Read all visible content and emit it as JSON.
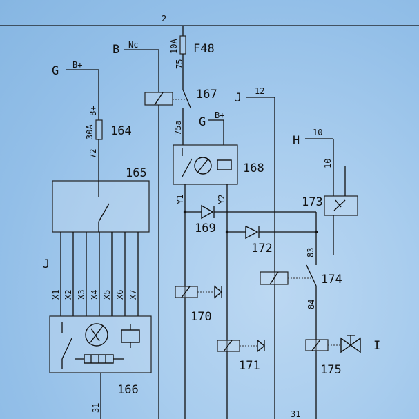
{
  "bus": {
    "top_label": "2",
    "bottom_label": "31"
  },
  "supply_labels": {
    "g_left": "G",
    "bplus_left": "B+",
    "b": "B",
    "nc": "Nc",
    "j_top": "J",
    "j_top_wire": "12",
    "g_mid": "G",
    "bplus_mid": "B+",
    "h": "H",
    "h_wire": "10",
    "h_wire_vertical": "10",
    "bplus_vertical": "B+"
  },
  "fuses": {
    "f48": {
      "label": "F48",
      "rating": "10A",
      "wire": "75"
    },
    "f164": {
      "label": "164",
      "rating": "30A",
      "wire": "72"
    }
  },
  "wires": {
    "w75a": "75a",
    "y1": "Y1",
    "y2": "Y2",
    "w83": "83",
    "w84": "84",
    "w31": "31"
  },
  "connector": {
    "label": "J",
    "pins": [
      "X1",
      "X2",
      "X3",
      "X4",
      "X5",
      "X6",
      "X7"
    ]
  },
  "components": {
    "c165": "165",
    "c166": "166",
    "c167": "167",
    "c168": "168",
    "c169": "169",
    "c170": "170",
    "c171": "171",
    "c172": "172",
    "c173": "173",
    "c174": "174",
    "c175": "175"
  },
  "marker_i": "I"
}
